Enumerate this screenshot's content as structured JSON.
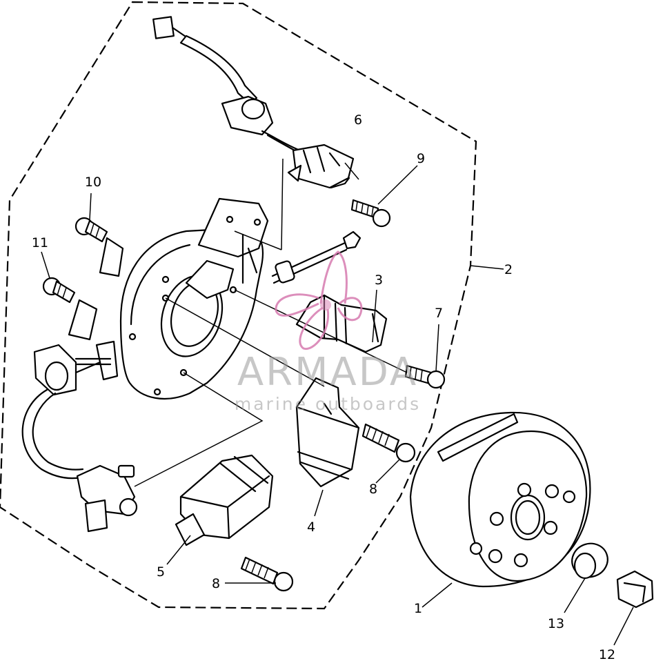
{
  "watermark": {
    "brand": "ARMADA",
    "tagline": "marine outboards",
    "logo_color": "#d77bb0",
    "text_color": "#9b9b9b"
  },
  "callouts": [
    {
      "id": "1",
      "label": "1"
    },
    {
      "id": "2",
      "label": "2"
    },
    {
      "id": "3",
      "label": "3"
    },
    {
      "id": "4",
      "label": "4"
    },
    {
      "id": "5",
      "label": "5"
    },
    {
      "id": "6",
      "label": "6"
    },
    {
      "id": "7",
      "label": "7"
    },
    {
      "id": "8a",
      "label": "8"
    },
    {
      "id": "8b",
      "label": "8"
    },
    {
      "id": "9",
      "label": "9"
    },
    {
      "id": "10",
      "label": "10"
    },
    {
      "id": "11",
      "label": "11"
    },
    {
      "id": "12",
      "label": "12"
    },
    {
      "id": "13",
      "label": "13"
    }
  ]
}
